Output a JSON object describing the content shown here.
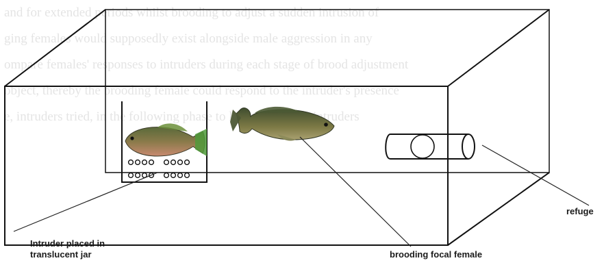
{
  "background_text": [
    "and for extended periods whilst brooding to adjust a sudden intrusion of",
    "ging females would supposedly exist alongside male aggression in any",
    "ompare females' responses to intruders during each stage of brood adjustment",
    "object, thereby the brooding female could respond to the intruder's presence",
    "e, intruders tried, in the following phase to look at whether intruders"
  ],
  "labels": {
    "intruder": "Intruder placed in translucent jar",
    "focal": "brooding focal female",
    "refuge": "refuge"
  },
  "colors": {
    "line": "#111111",
    "fish_body": "#7a7a4a",
    "fish_belly": "#c98a6a"
  }
}
